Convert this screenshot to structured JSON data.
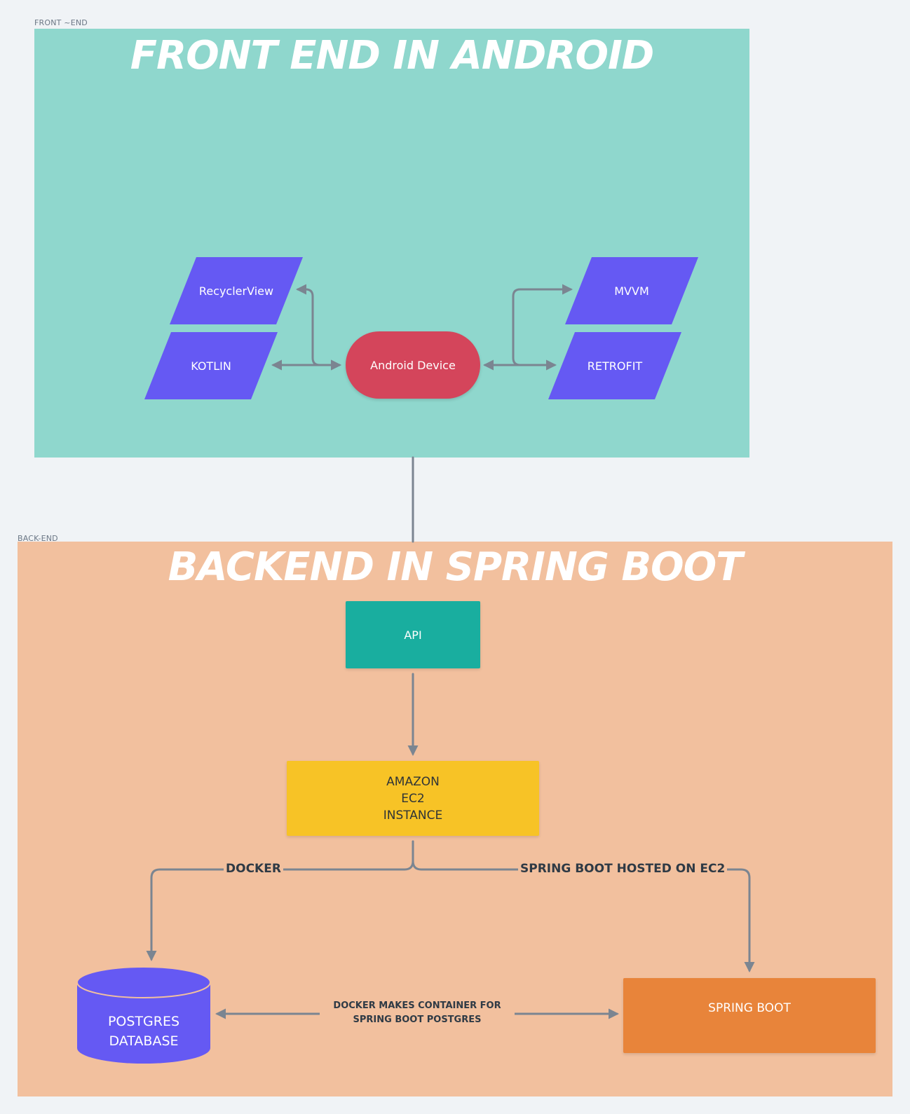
{
  "frames": {
    "front": {
      "label": "FRONT ~END",
      "title": "FRONT END IN ANDROID"
    },
    "back": {
      "label": "BACK-END",
      "title": "BACKEND IN SPRING BOOT"
    }
  },
  "nodes": {
    "recyclerview": "RecyclerView",
    "kotlin": "KOTLIN",
    "android_device": "Android Device",
    "mvvm": "MVVM",
    "retrofit": "RETROFIT",
    "api": "API",
    "ec2": [
      "AMAZON",
      "EC2",
      "INSTANCE"
    ],
    "postgres": [
      "POSTGRES",
      "DATABASE"
    ],
    "spring_boot": "SPRING BOOT"
  },
  "edge_labels": {
    "docker": "DOCKER",
    "spring_hosted": "SPRING BOOT HOSTED ON EC2",
    "container": "DOCKER MAKES CONTAINER FOR SPRING BOOT POSTGRES"
  },
  "colors": {
    "front_bg": "#8fd7cd",
    "back_bg": "#f2c09e",
    "parallelogram": "#6559f3",
    "android_device": "#d4455b",
    "api": "#19ae9f",
    "ec2": "#f7c326",
    "spring_boot": "#e8843a",
    "postgres": "#6559f3",
    "connector": "#7b8591"
  }
}
